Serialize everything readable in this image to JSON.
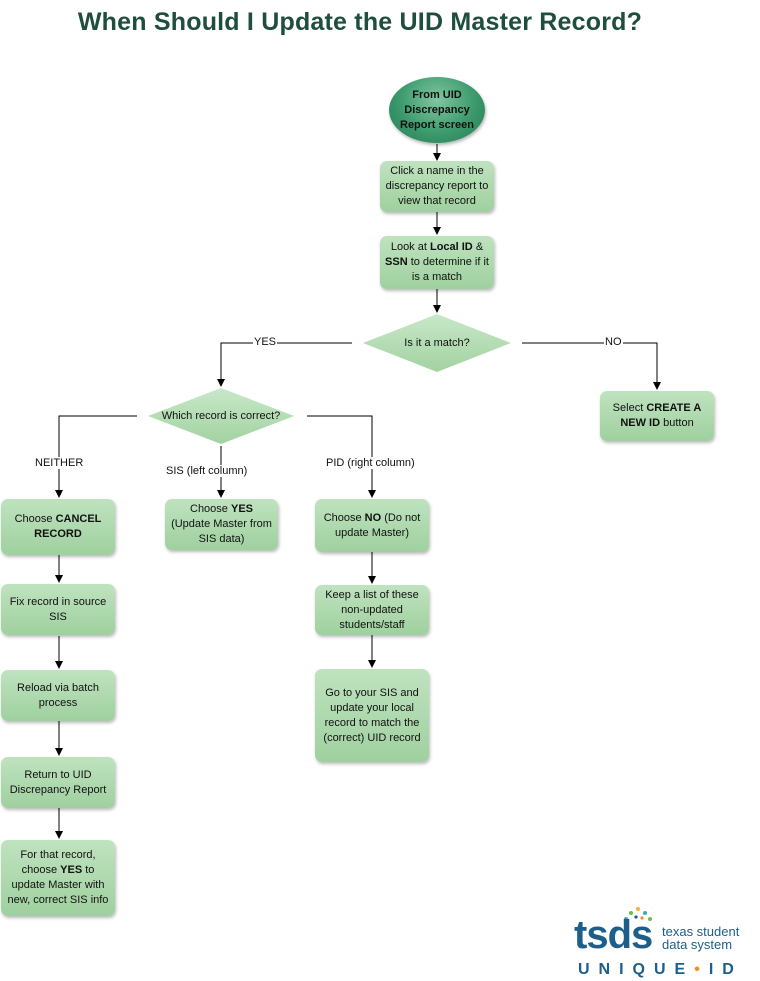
{
  "title": "When Should I Update the UID Master Record?",
  "nodes": {
    "start": [
      "From UID",
      "Discrepancy",
      "Report screen"
    ],
    "click_name": "Click a name in the discrepancy report to view that record",
    "look_at": {
      "pre": "Look at ",
      "b1": "Local ID",
      "mid1": " & ",
      "b2": "SSN",
      "post": " to determine if it is a match"
    },
    "is_match": "Is it a match?",
    "which_record": "Which record is correct?",
    "create_new": {
      "pre": "Select ",
      "b": "CREATE A NEW ID",
      "post": " button"
    },
    "choose_cancel": {
      "pre": "Choose ",
      "b": "CANCEL RECORD"
    },
    "choose_yes": {
      "pre": "Choose ",
      "b": "YES",
      "post": " (Update Master from SIS data)"
    },
    "choose_no": {
      "pre": "Choose ",
      "b": "NO",
      "post": " (Do not update Master)"
    },
    "fix_record": "Fix record in source SIS",
    "reload": "Reload via batch process",
    "return_uid": "Return to UID Discrepancy Report",
    "for_that": {
      "pre": "For that record, choose ",
      "b": "YES",
      "post": " to update Master with new, correct SIS info"
    },
    "keep_list": "Keep a list of these non-updated students/staff",
    "go_sis": "Go to your SIS and update your local record to match the (correct) UID record"
  },
  "edge_labels": {
    "yes": "YES",
    "no": "NO",
    "neither": "NEITHER",
    "sis": "SIS (left column)",
    "pid": "PID (right column)"
  },
  "logo": {
    "mark": "tsds",
    "line1": "texas student",
    "line2": "data system",
    "tag_a": "UNIQUE",
    "tag_b": "ID"
  },
  "colors": {
    "title": "#1f4e3d",
    "box": "#a8d5a8",
    "oval": "#3c9a6d",
    "logo": "#1d5f8a",
    "logo_dot": "#f28c28"
  }
}
